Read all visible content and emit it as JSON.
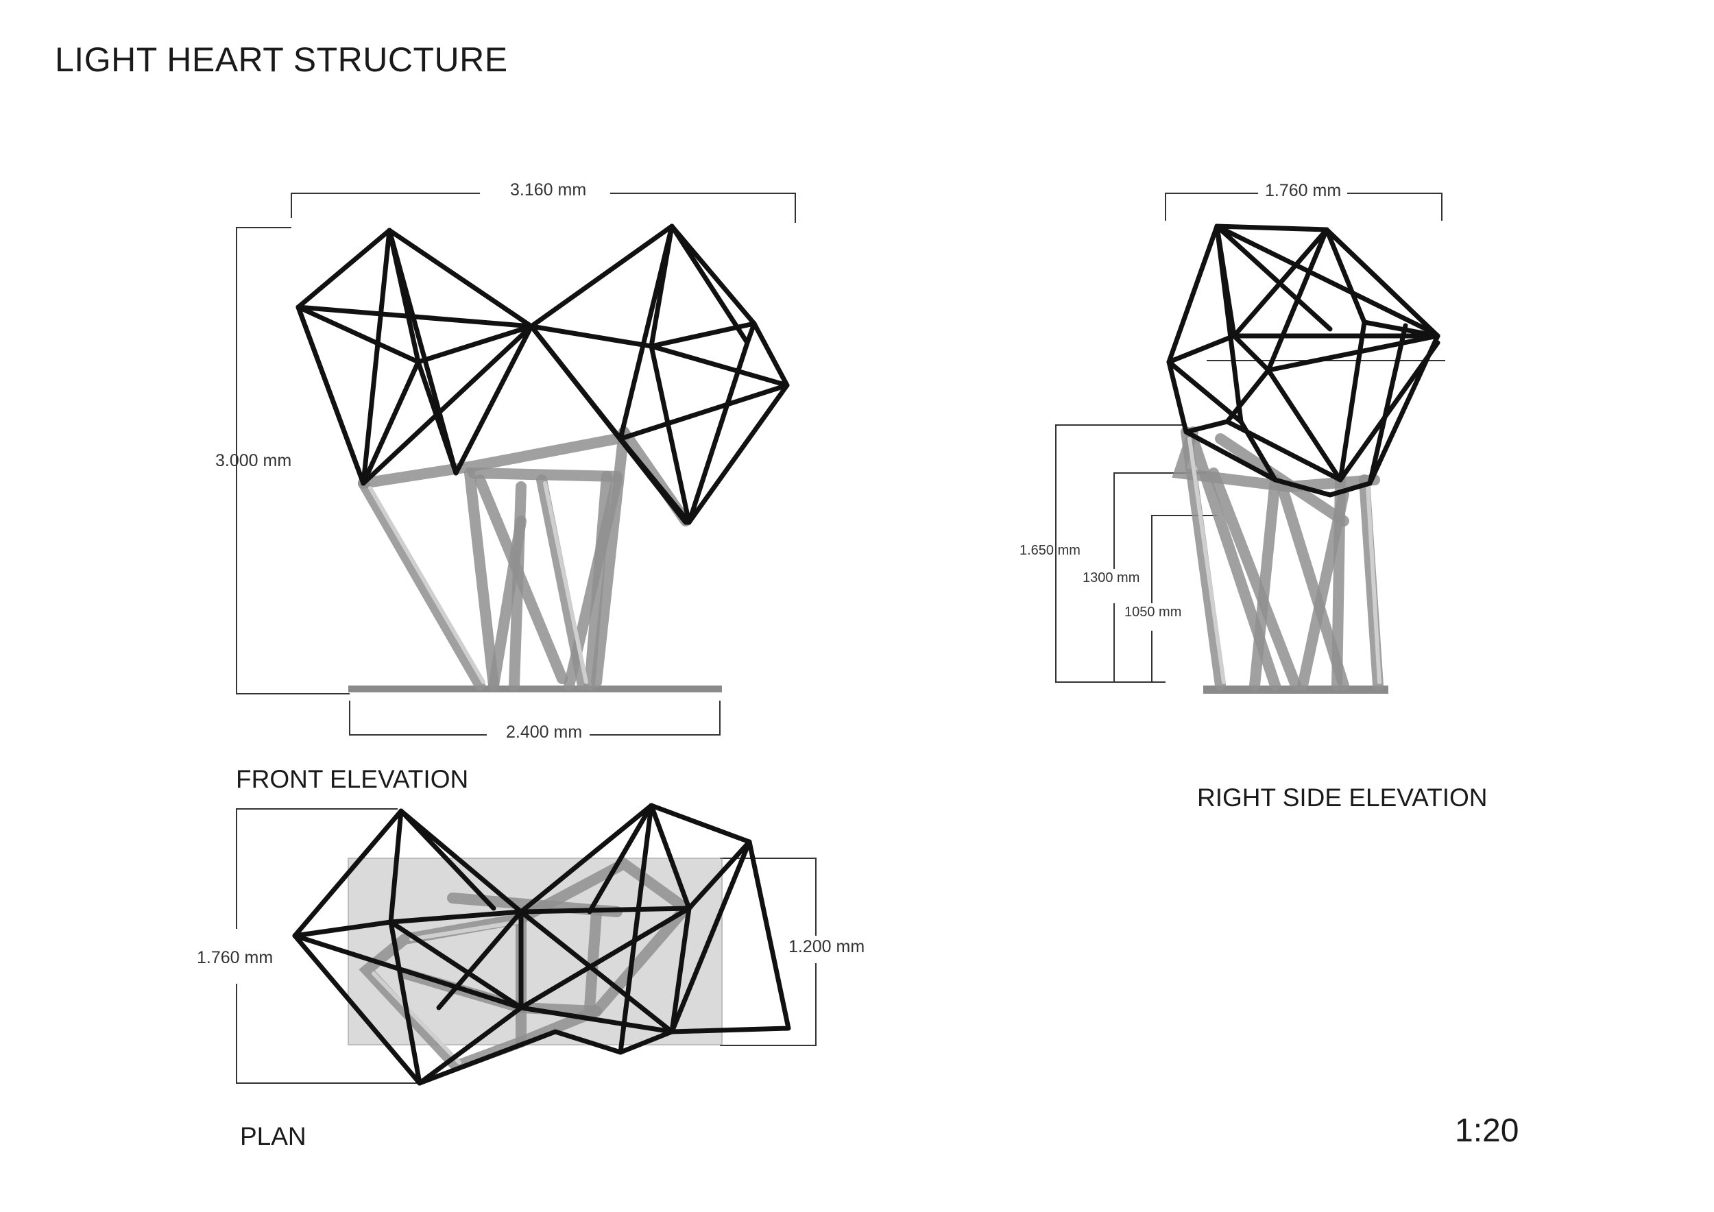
{
  "title": "LIGHT HEART STRUCTURE",
  "views": {
    "front": {
      "label": "FRONT ELEVATION",
      "dims": {
        "width": "3.160 mm",
        "height": "3.000 mm",
        "base": "2.400 mm"
      }
    },
    "side": {
      "label": "RIGHT  SIDE ELEVATION",
      "dims": {
        "width": "1.760 mm",
        "h1": "1.650 mm",
        "h2": "1300 mm",
        "h3": "1050 mm"
      }
    },
    "plan": {
      "label": "PLAN",
      "dims": {
        "depth": "1.760 mm",
        "base_depth": "1.200 mm"
      }
    }
  },
  "scale": "1:20"
}
